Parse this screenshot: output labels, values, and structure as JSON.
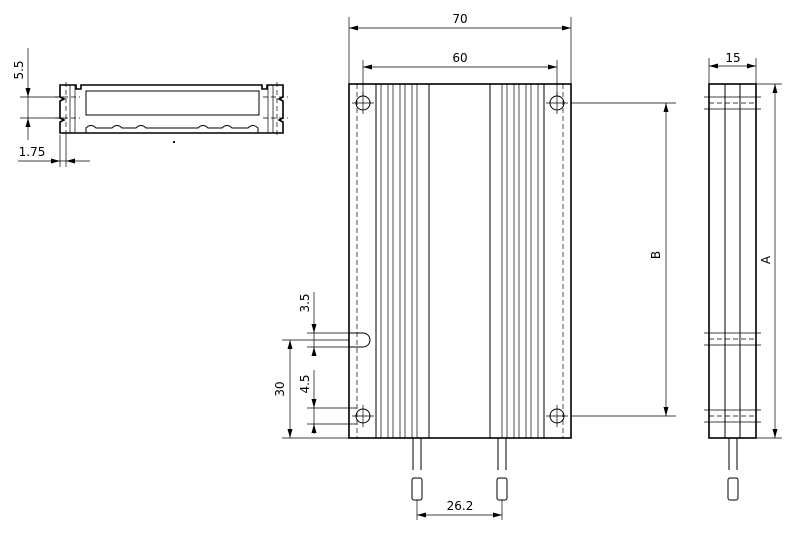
{
  "dimensions": {
    "total_width": "70",
    "hole_spacing": "60",
    "thickness": "15",
    "flange_height": "5.5",
    "flange_thickness": "1.75",
    "hole_offset": "3.5",
    "lead_offset": "4.5",
    "lead_group_height": "30",
    "lead_spacing": "26.2",
    "mounting_distance": "B",
    "overall_length": "A"
  },
  "colors": {
    "line": "#000000",
    "background": "#ffffff"
  }
}
